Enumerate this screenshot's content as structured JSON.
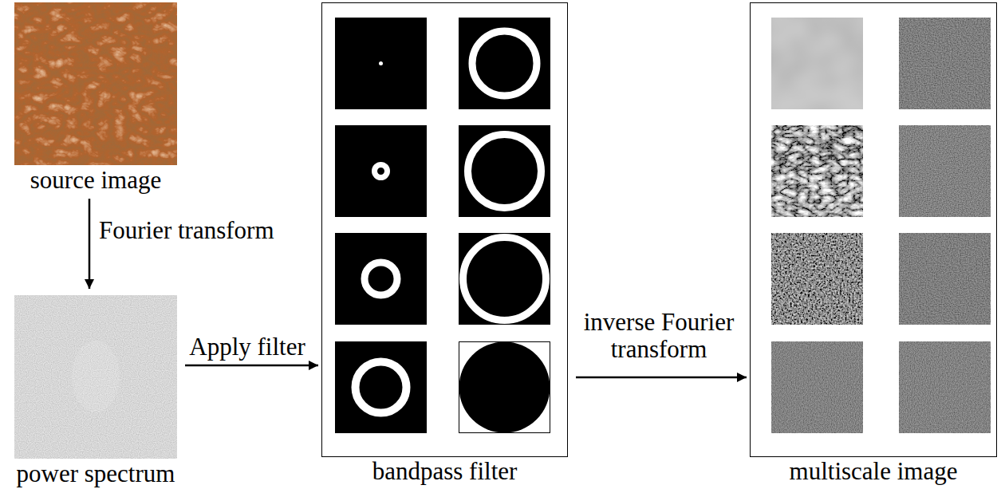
{
  "diagram": {
    "nodes": [
      {
        "text": [
          "source image"
        ]
      },
      {
        "text": [
          "power spectrum"
        ]
      },
      {
        "text": [
          "bandpass filter"
        ]
      },
      {
        "text": [
          "multiscale image"
        ]
      }
    ],
    "edges": [
      {
        "from": 0,
        "to": 1,
        "arrow": "to",
        "label": "Fourier transform"
      },
      {
        "from": 1,
        "to": 2,
        "arrow": "to",
        "label": "Apply filter"
      },
      {
        "from": 2,
        "to": 3,
        "arrow": "to",
        "label": "inverse Fourier transform"
      }
    ]
  }
}
